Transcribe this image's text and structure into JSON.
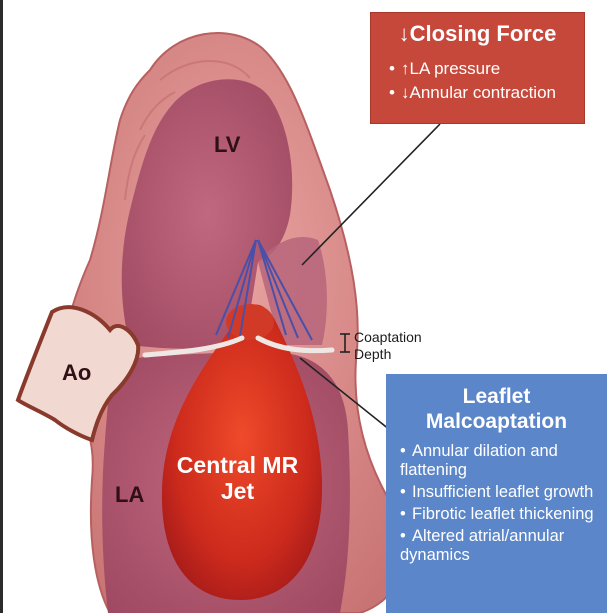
{
  "closing_force": {
    "title": "↓Closing Force",
    "items": [
      "↑LA pressure",
      "↓Annular contraction"
    ]
  },
  "malcoaptation": {
    "title": "Leaflet Malcoaptation",
    "items": [
      "Annular dilation and flattening",
      "Insufficient leaflet growth",
      "Fibrotic leaflet thickening",
      "Altered atrial/annular dynamics"
    ]
  },
  "labels": {
    "lv": "LV",
    "ao": "Ao",
    "la": "LA",
    "jet": "Central MR Jet",
    "coaptation": "Coaptation Depth"
  },
  "bullet": "•",
  "colors": {
    "red_box": "#c5483a",
    "blue_box": "#5b86c9",
    "heart_wall": "#d98a8a",
    "chamber": "#b8607a",
    "jet": "#c8281e",
    "chordae": "#4a4fa8"
  }
}
